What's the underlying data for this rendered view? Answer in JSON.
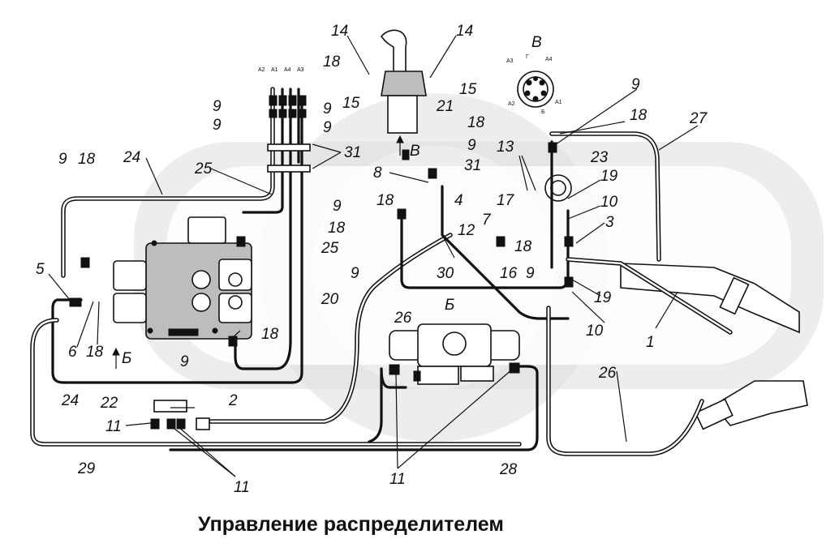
{
  "title": "Управление распределителем",
  "view_labels": {
    "view_b_top": "В",
    "view_b_arrow": "В",
    "view_be_1": "Б",
    "view_be_2": "Б"
  },
  "connector_pins": [
    "А3",
    "Г",
    "А4",
    "А2",
    "А1",
    "Б"
  ],
  "valve_small_labels": [
    "А2",
    "А1",
    "А4",
    "А3"
  ],
  "callouts": {
    "c1": "1",
    "c2": "2",
    "c3": "3",
    "c4": "4",
    "c5": "5",
    "c6": "6",
    "c7": "7",
    "c8": "8",
    "c9": "9",
    "c10": "10",
    "c11": "11",
    "c12": "12",
    "c13": "13",
    "c14": "14",
    "c15": "15",
    "c16": "16",
    "c17": "17",
    "c18": "18",
    "c19": "19",
    "c20": "20",
    "c21": "21",
    "c22": "22",
    "c23": "23",
    "c24": "24",
    "c25": "25",
    "c26": "26",
    "c27": "27",
    "c28": "28",
    "c29": "29",
    "c30": "30",
    "c31": "31"
  }
}
